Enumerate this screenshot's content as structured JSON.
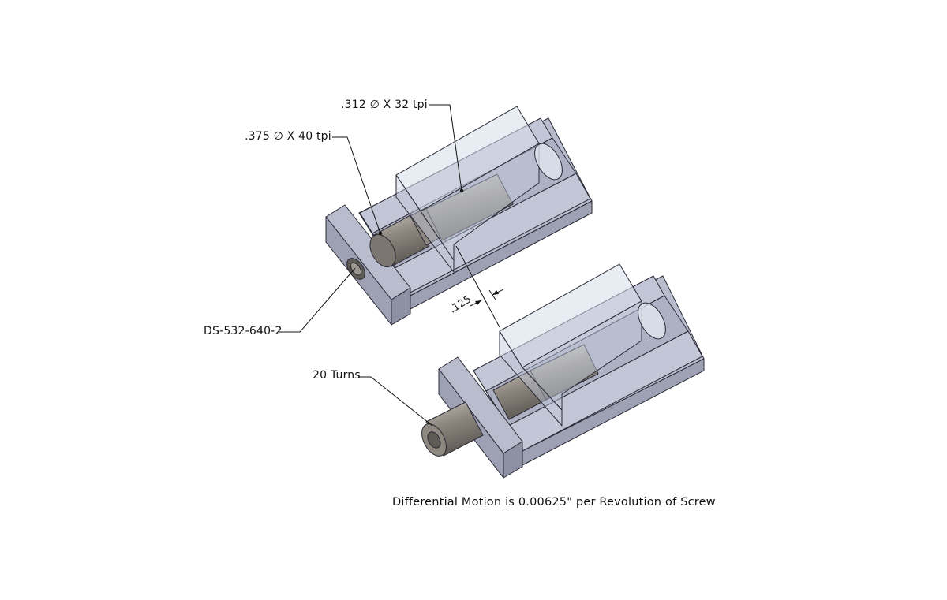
{
  "callouts": {
    "upper_screw_thread": ".312 ∅ X 32 tpi",
    "lower_screw_thread": ".375 ∅ X 40 tpi",
    "part_number": "DS-532-640-2",
    "turns": "20 Turns",
    "gap_dimension": ".125"
  },
  "caption": "Differential Motion is 0.00625\" per Revolution of Screw",
  "colors": {
    "block_top": "#b9bccd",
    "block_side": "#9ea1b4",
    "block_front": "#a9acbf",
    "block_edge": "#2a2a36",
    "glass_fill": "#d6deea",
    "screw_dark": "#6f6a63",
    "screw_light": "#b6b1aa",
    "leader": "#111111"
  }
}
